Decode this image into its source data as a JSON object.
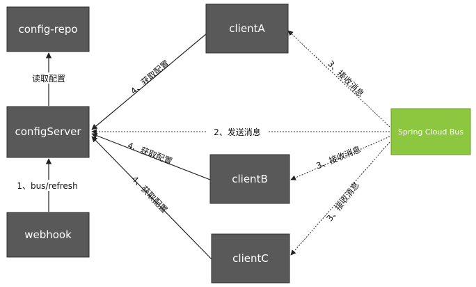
{
  "nodes": {
    "config_repo": "config-repo",
    "config_server": "configServer",
    "webhook": "webhook",
    "client_a": "clientA",
    "client_b": "clientB",
    "client_c": "clientC",
    "bus": "Spring Cloud Bus"
  },
  "edges": {
    "read_config": "读取配置",
    "bus_refresh": "1、bus/refresh",
    "send_message": "2、发送消息",
    "receive_a": "3、接收消息",
    "receive_b": "3、接收消息",
    "receive_c": "3、接收消息",
    "fetch_a": "4、获取配置",
    "fetch_b": "4、获取配置",
    "fetch_c": "4、获取配置"
  },
  "colors": {
    "node_fill": "#595959",
    "bus_fill": "#8dc63f"
  }
}
